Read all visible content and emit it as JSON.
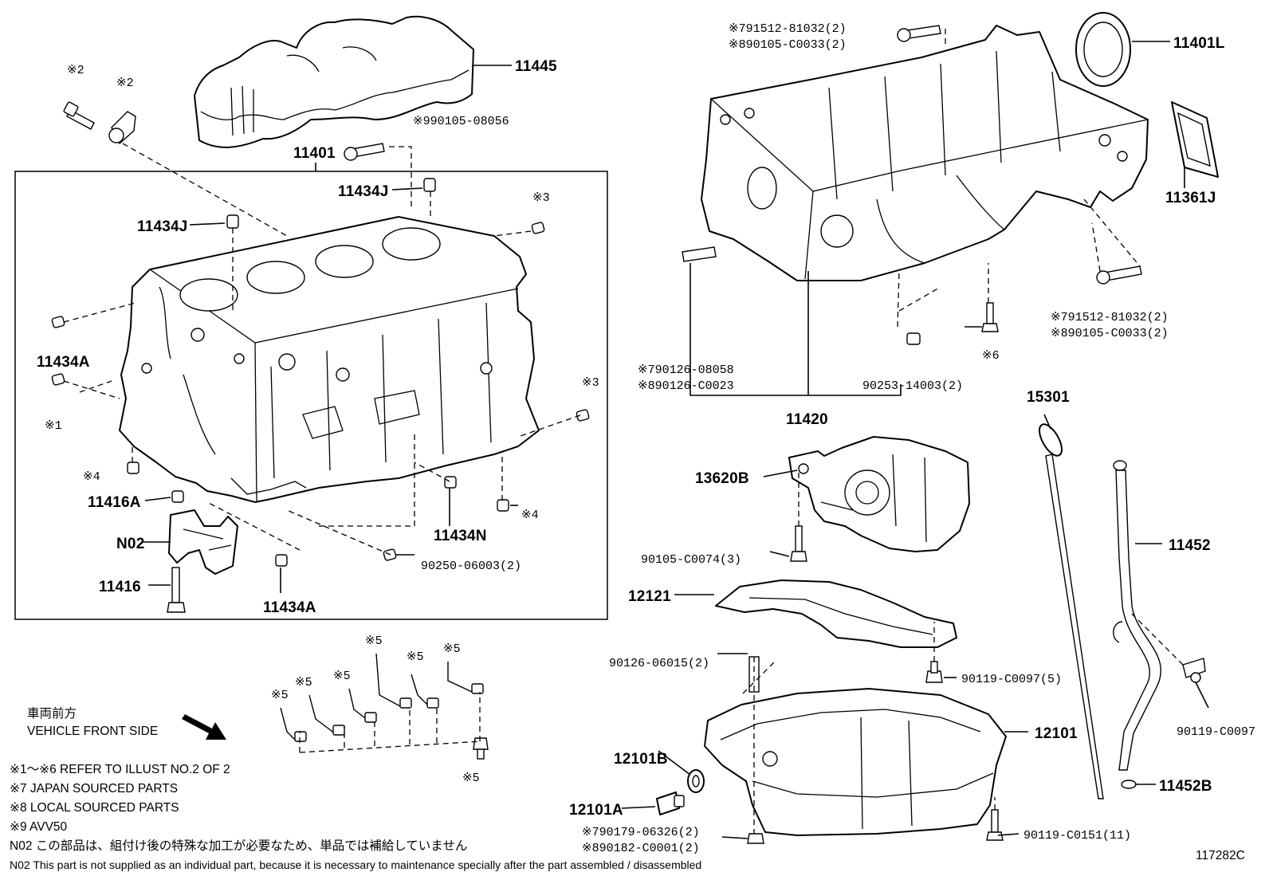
{
  "labels": {
    "p11445": "11445",
    "p11401L": "11401L",
    "p11401": "11401",
    "p11361J": "11361J",
    "p11434J_a": "11434J",
    "p11434J_b": "11434J",
    "p11434A_a": "11434A",
    "p11434A_b": "11434A",
    "p11434N": "11434N",
    "p11416A": "11416A",
    "p11416": "11416",
    "pN02": "N02",
    "p11420": "11420",
    "p13620B": "13620B",
    "p15301": "15301",
    "p11452": "11452",
    "p11452B": "11452B",
    "p12121": "12121",
    "p12101": "12101",
    "p12101A": "12101A",
    "p12101B": "12101B"
  },
  "refs": {
    "r2a": "※2",
    "r2b": "※2",
    "r9": "※990105-08056",
    "r3a": "※3",
    "r3b": "※3",
    "r1": "※1",
    "r4a": "※4",
    "r4b": "※4",
    "r_90250": "90250-06003(2)",
    "r_top1": "※791512-81032(2)",
    "r_top2": "※890105-C0033(2)",
    "r_right1": "※791512-81032(2)",
    "r_right2": "※890105-C0033(2)",
    "r6": "※6",
    "r_stud1": "※790126-08058",
    "r_stud2": "※890126-C0023",
    "r_90253": "90253-14003(2)",
    "r_90105": "90105-C0074(3)",
    "r_90126": "90126-06015(2)",
    "r_90119_5": "90119-C0097(5)",
    "r_90119": "90119-C0097",
    "r_90179": "※790179-06326(2)",
    "r_90182": "※890182-C0001(2)",
    "r_90119_11": "90119-C0151(11)",
    "r5a": "※5",
    "r5b": "※5",
    "r5c": "※5",
    "r5d": "※5",
    "r5e": "※5",
    "r5f": "※5",
    "r5g": "※5"
  },
  "notes": {
    "front_jp": "車両前方",
    "front_en": "VEHICLE FRONT SIDE",
    "n1": "※1～※6  REFER TO ILLUST NO.2 OF 2",
    "n2": "※7 JAPAN SOURCED PARTS",
    "n3": "※8 LOCAL SOURCED PARTS",
    "n4": "※9 AVV50",
    "n5": "N02  この部品は、組付け後の特殊な加工が必要なため、単品では補給していません",
    "n6": "N02  This part is not supplied as an individual part, because it is necessary to maintenance specially after the part assembled / disassembled"
  },
  "diagram_id": "117282C"
}
